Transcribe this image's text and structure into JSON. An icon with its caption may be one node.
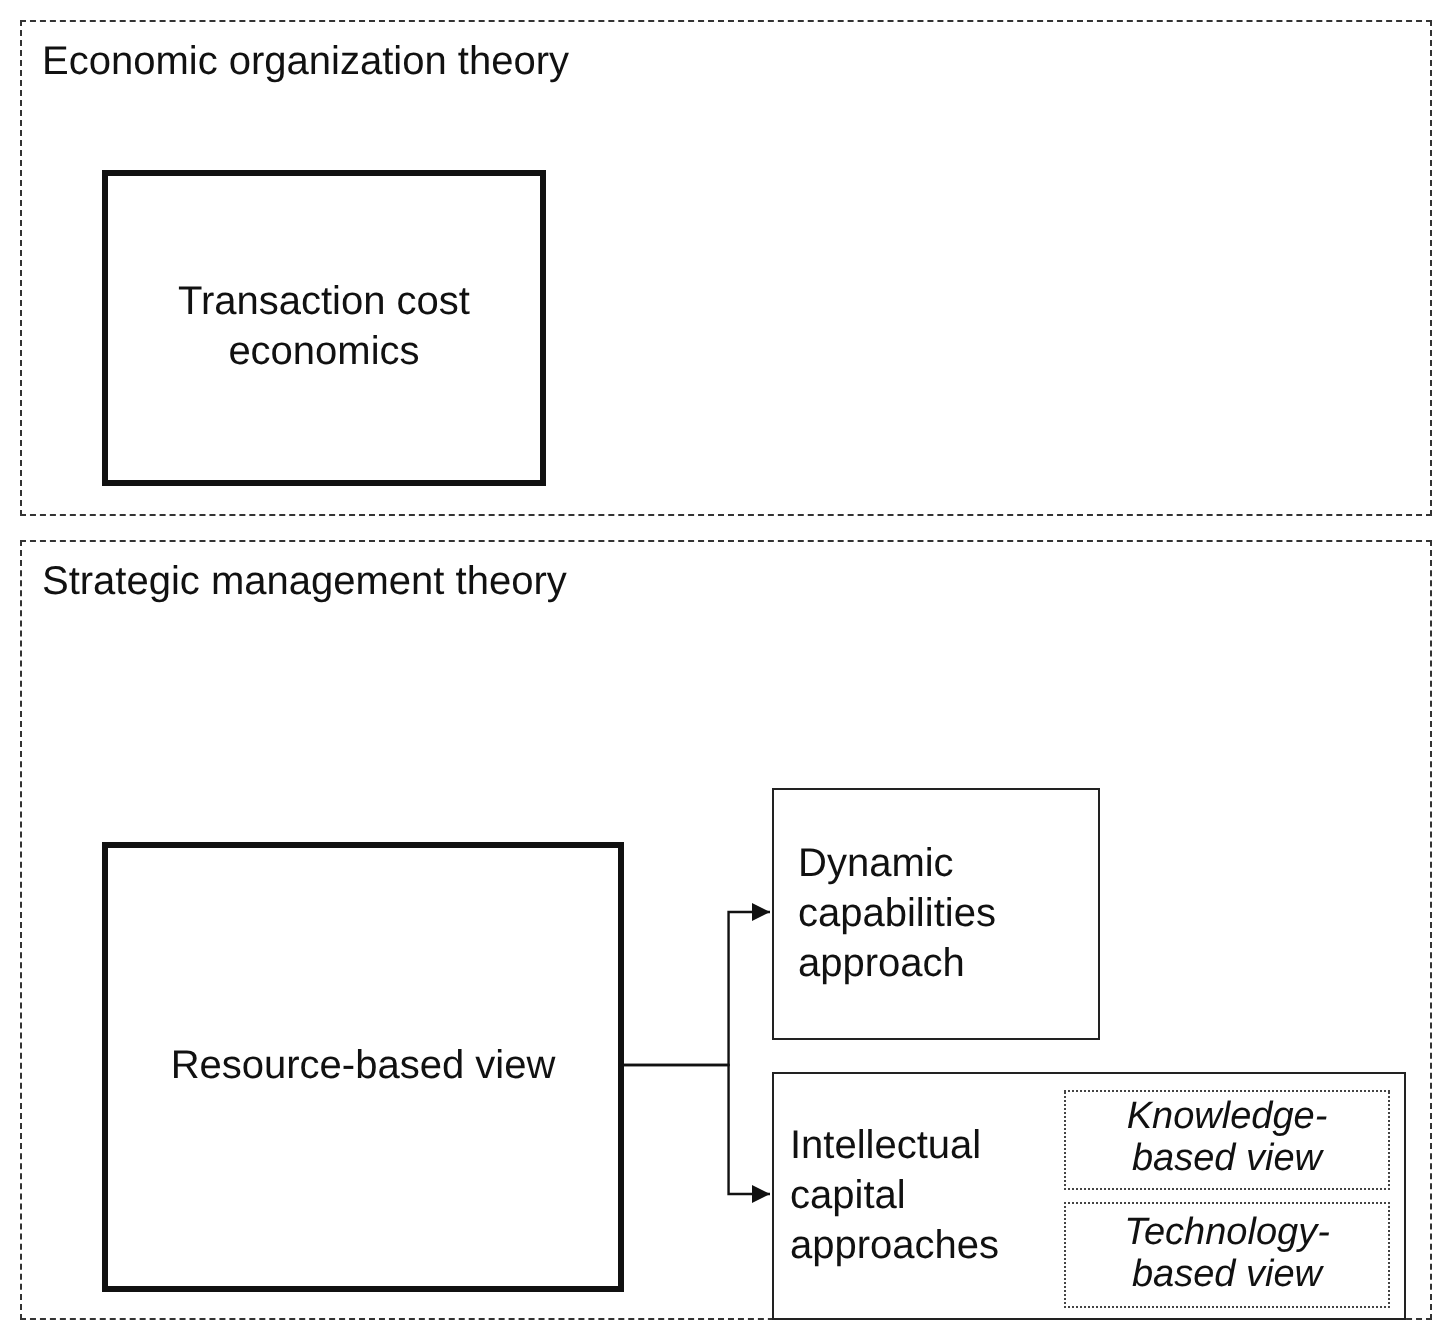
{
  "diagram": {
    "nodes": [
      {
        "text": [
          "Economic organization theory"
        ]
      },
      {
        "text": [
          "Transaction cost economics"
        ],
        "in": 0
      },
      {
        "text": [
          "Strategic management theory"
        ]
      },
      {
        "text": [
          "Resource-based view"
        ],
        "in": 2
      },
      {
        "text": [
          "Dynamic capabilities approach"
        ],
        "in": 2
      },
      {
        "text": [
          "Intellectual capital approaches"
        ],
        "in": 2
      },
      {
        "text": [
          "Knowledge-based view"
        ],
        "in": 5
      },
      {
        "text": [
          "Technology-based view"
        ],
        "in": 5
      }
    ],
    "edges": [
      {
        "from": 3,
        "to": 4,
        "arrow": "to"
      },
      {
        "from": 3,
        "to": 5,
        "arrow": "to"
      }
    ]
  }
}
